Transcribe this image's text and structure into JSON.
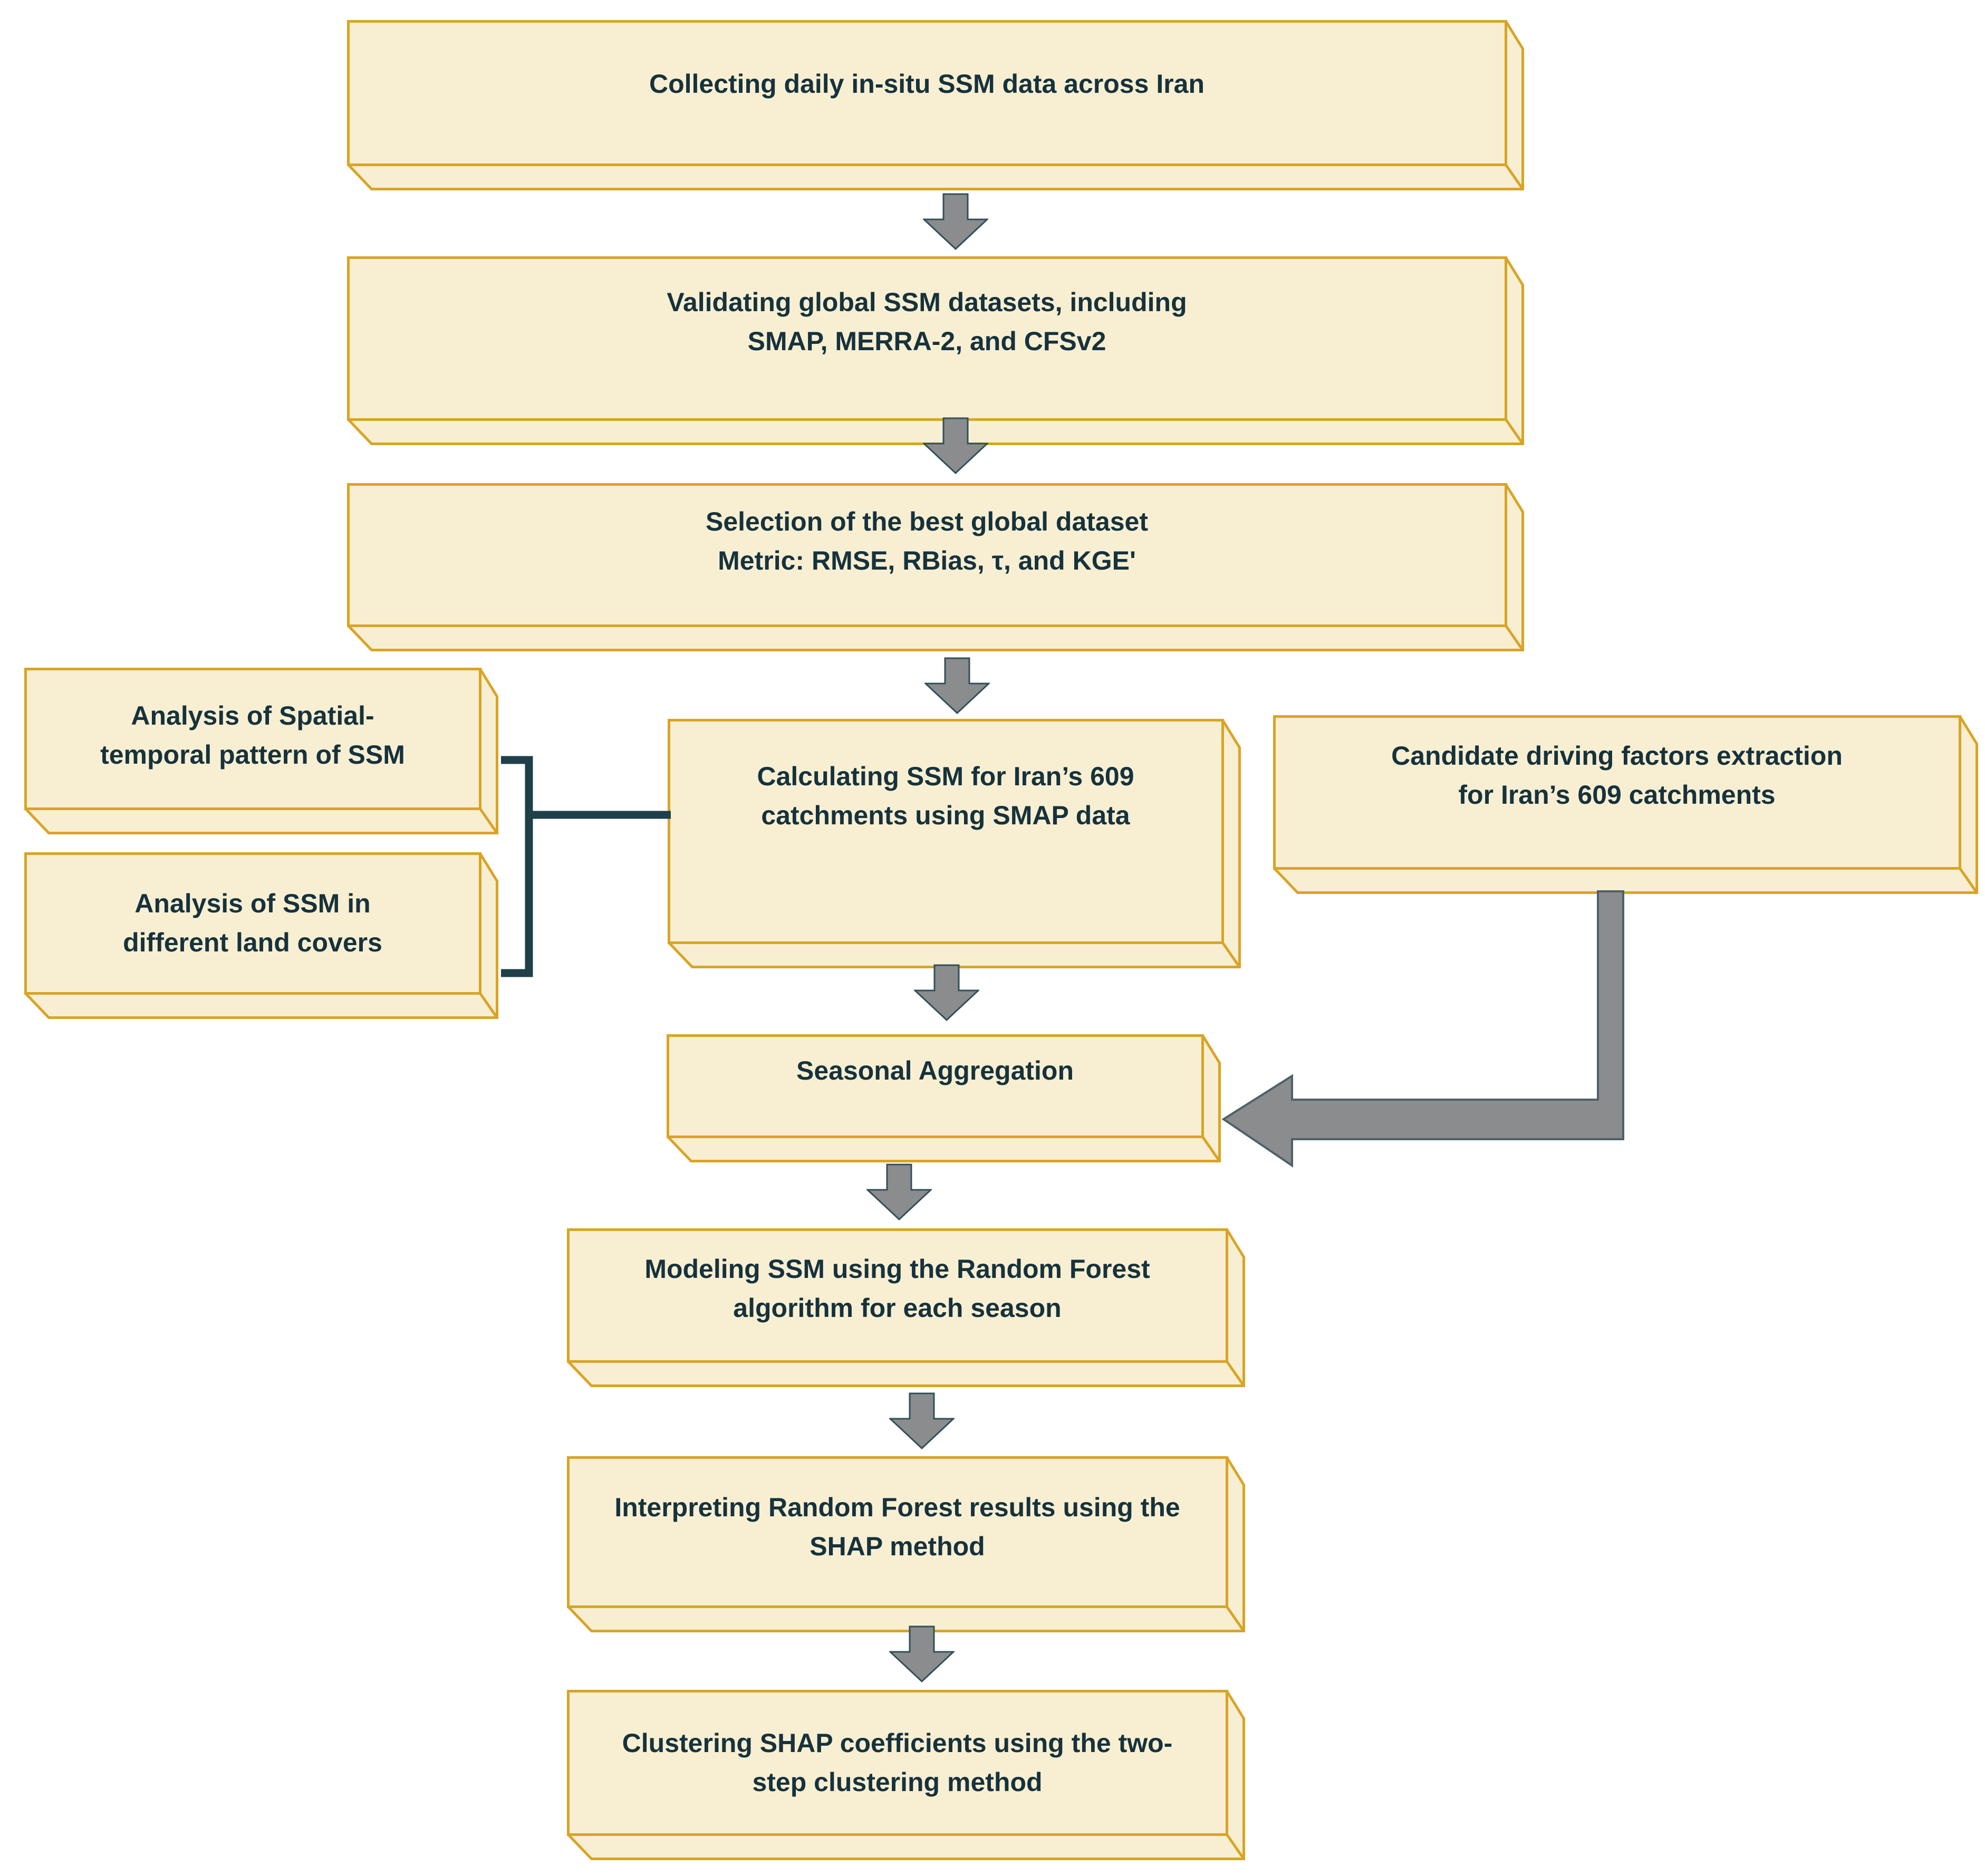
{
  "figure": {
    "type": "flowchart",
    "title": "SSM research methodology flowchart"
  },
  "boxes": {
    "collecting": {
      "label": "Collecting daily in-situ SSM data across Iran"
    },
    "validating": {
      "label": "Validating global SSM datasets, including\nSMAP, MERRA-2, and CFSv2"
    },
    "selection": {
      "label": "Selection of the best global dataset\nMetric: RMSE, RBias, τ, and KGE'"
    },
    "analysis_spatial": {
      "label": "Analysis of Spatial-\ntemporal pattern of SSM"
    },
    "analysis_landcover": {
      "label": "Analysis of SSM in\ndifferent land covers"
    },
    "calculating": {
      "label": "Calculating SSM for Iran’s 609\ncatchments using SMAP data"
    },
    "candidate": {
      "label": "Candidate driving factors extraction\nfor Iran’s 609 catchments"
    },
    "seasonal": {
      "label": "Seasonal Aggregation"
    },
    "modeling": {
      "label": "Modeling SSM using the Random Forest\nalgorithm for each season"
    },
    "interpreting": {
      "label": "Interpreting Random Forest results using the\nSHAP method"
    },
    "clustering": {
      "label": "Clustering SHAP coefficients using the two-\nstep clustering method"
    }
  },
  "colors": {
    "box_fill": "#F8EFD3",
    "box_border": "#D9A425",
    "text": "#16323C",
    "arrow_fill": "#8A8C8E",
    "arrow_outline": "#315057",
    "big_arrow_outline": "#4E6168",
    "connector": "#1F3F49",
    "background": "#FFFFFF"
  }
}
